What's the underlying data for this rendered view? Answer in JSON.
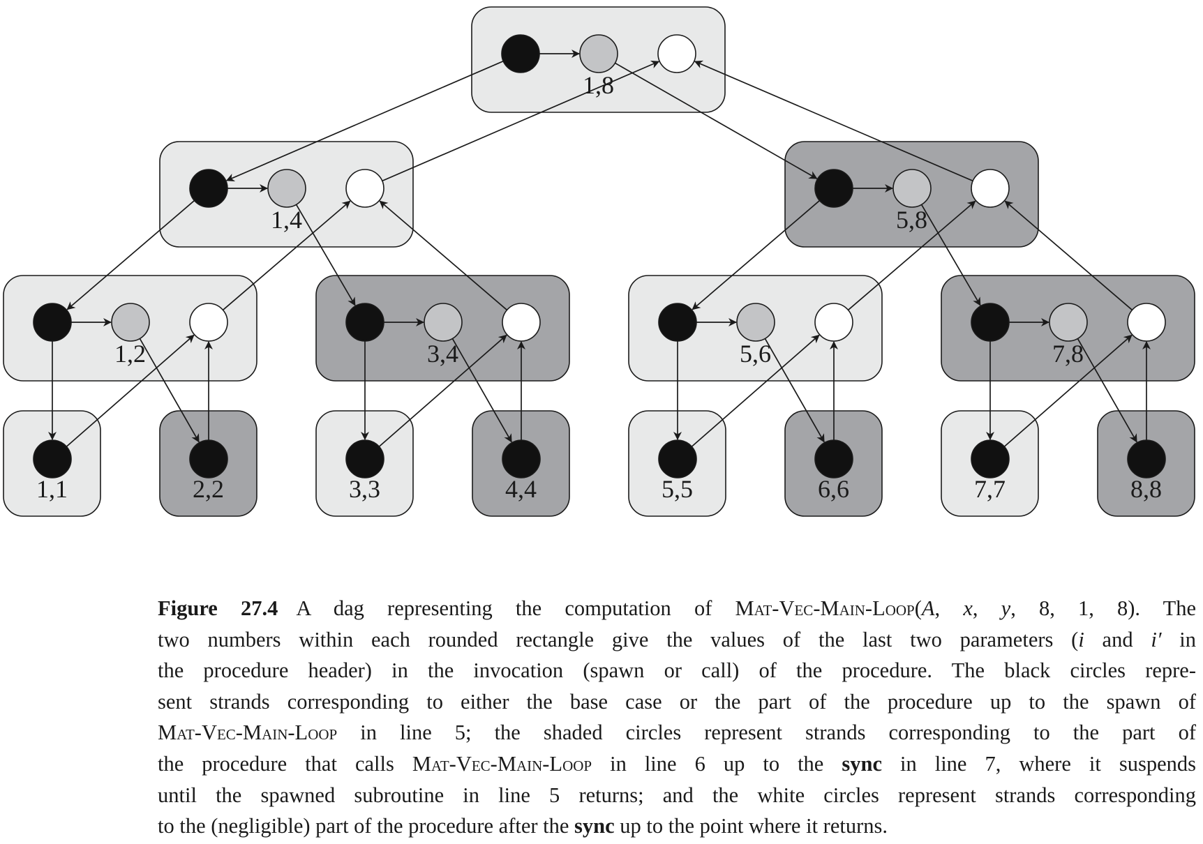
{
  "figure": {
    "colors": {
      "box_light": "#e8e9e9",
      "box_dark": "#a4a5a8",
      "strand_spawn": "#111111",
      "strand_call": "#c3c4c6",
      "strand_return": "#ffffff",
      "stroke": "#1a1a1a"
    },
    "nodes": [
      {
        "id": "n18",
        "label": "1,8",
        "parent": null,
        "shade": "light",
        "leaf": false
      },
      {
        "id": "n14",
        "label": "1,4",
        "parent": "n18",
        "shade": "light",
        "leaf": false
      },
      {
        "id": "n58",
        "label": "5,8",
        "parent": "n18",
        "shade": "dark",
        "leaf": false
      },
      {
        "id": "n12",
        "label": "1,2",
        "parent": "n14",
        "shade": "light",
        "leaf": false
      },
      {
        "id": "n34",
        "label": "3,4",
        "parent": "n14",
        "shade": "dark",
        "leaf": false
      },
      {
        "id": "n56",
        "label": "5,6",
        "parent": "n58",
        "shade": "light",
        "leaf": false
      },
      {
        "id": "n78",
        "label": "7,8",
        "parent": "n58",
        "shade": "dark",
        "leaf": false
      },
      {
        "id": "n11",
        "label": "1,1",
        "parent": "n12",
        "shade": "light",
        "leaf": true
      },
      {
        "id": "n22",
        "label": "2,2",
        "parent": "n12",
        "shade": "dark",
        "leaf": true
      },
      {
        "id": "n33",
        "label": "3,3",
        "parent": "n34",
        "shade": "light",
        "leaf": true
      },
      {
        "id": "n44",
        "label": "4,4",
        "parent": "n34",
        "shade": "dark",
        "leaf": true
      },
      {
        "id": "n55",
        "label": "5,5",
        "parent": "n56",
        "shade": "light",
        "leaf": true
      },
      {
        "id": "n66",
        "label": "6,6",
        "parent": "n56",
        "shade": "dark",
        "leaf": true
      },
      {
        "id": "n77",
        "label": "7,7",
        "parent": "n78",
        "shade": "light",
        "leaf": true
      },
      {
        "id": "n88",
        "label": "8,8",
        "parent": "n78",
        "shade": "dark",
        "leaf": true
      }
    ]
  },
  "caption": {
    "figure_label": "Figure 27.4",
    "mat_vec": "Mat-Vec-Main-Loop",
    "line1_a": "A dag representing the computation of ",
    "line1_b": "(",
    "var_A": "A",
    "sep1": ", ",
    "var_x": "x",
    "sep2": ", ",
    "var_y": "y",
    "line1_c": ", 8, 1, 8). The",
    "line2_a": "two numbers within each rounded rectangle give the values of the last two parameters (",
    "var_i": "i",
    "and_word": " and ",
    "var_i_prime": "i′",
    "line2_b": " in",
    "line3": "the procedure header) in the invocation (spawn or call) of the procedure. The black circles repre-",
    "line4": "sent strands corresponding to either the base case or the part of the procedure up to the spawn of",
    "line5_b": " in line 5; the shaded circles represent strands corresponding to the part of",
    "line6_a": "the procedure that calls ",
    "line6_b": " in line 6 up to the ",
    "sync": "sync",
    "line6_c": " in line 7, where it suspends",
    "line7": "until the spawned subroutine in line 5 returns; and the white circles represent strands corresponding",
    "line8_a": "to the (negligible) part of the procedure after the ",
    "line8_c": " up to the point where it returns."
  }
}
